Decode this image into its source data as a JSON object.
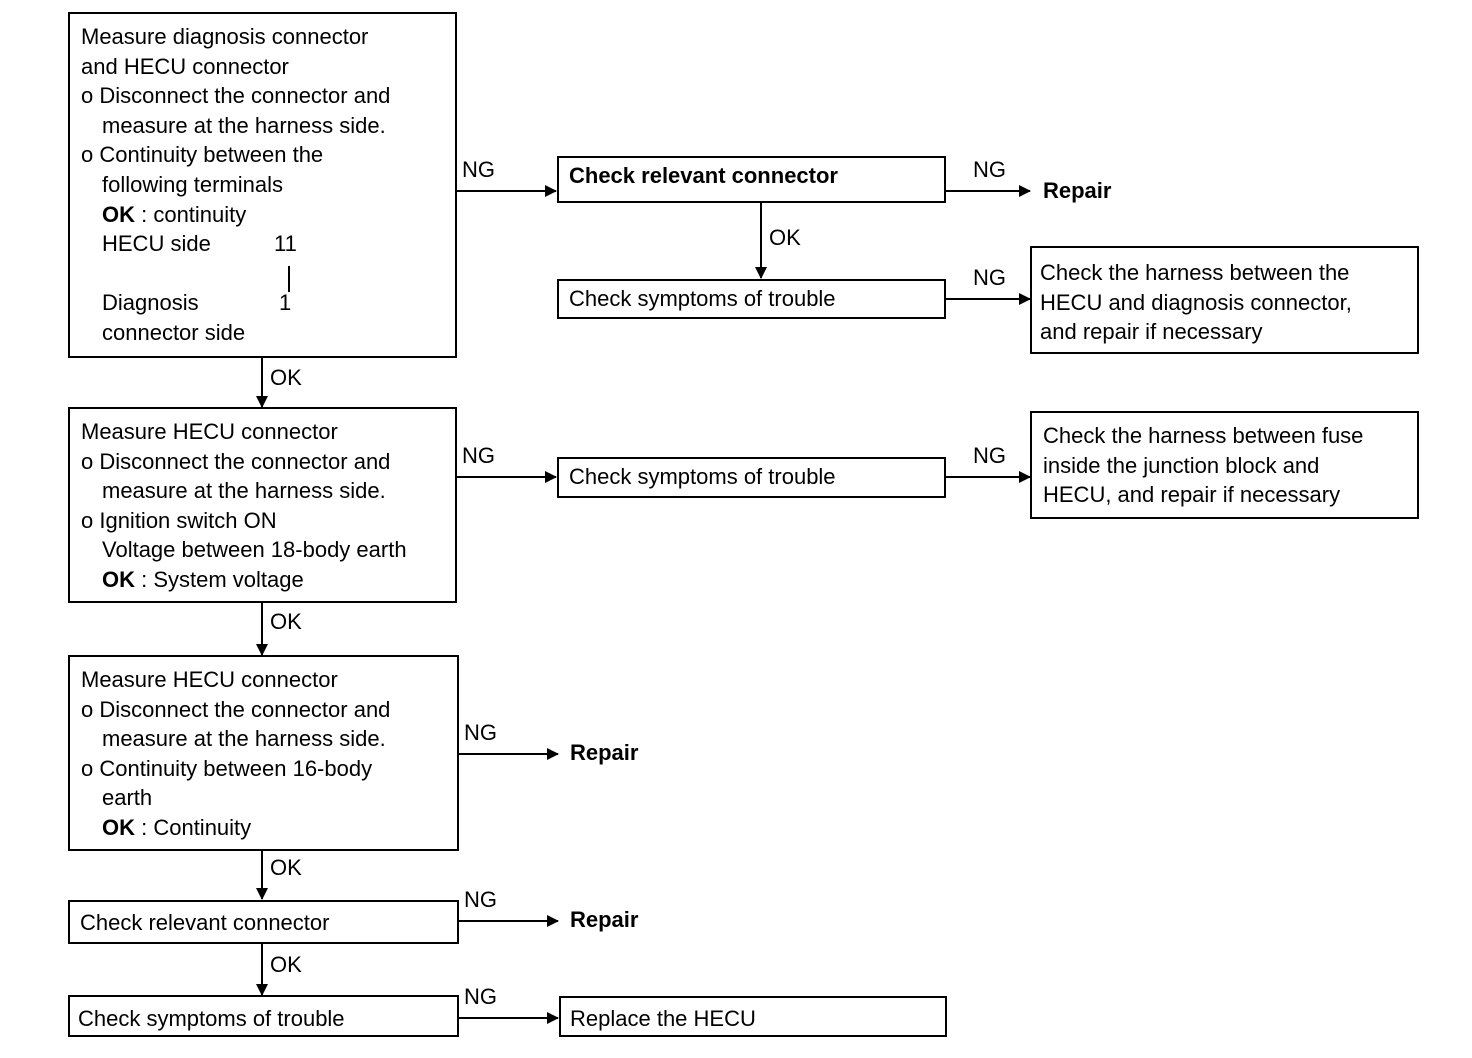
{
  "labels": {
    "ng": "NG",
    "ok": "OK",
    "repair": "Repair"
  },
  "box1": {
    "line1": "Measure diagnosis connector",
    "line2": "and HECU connector",
    "bullet1": "o Disconnect the connector and",
    "bullet1_cont": "measure at the harness side.",
    "bullet2": "o Continuity between the",
    "bullet2_cont": "following terminals",
    "ok_label": "OK",
    "ok_text": " : continuity",
    "hecu_side": "HECU side",
    "hecu_terminal": "11",
    "diag_side": "Diagnosis",
    "diag_terminal": "1",
    "diag_side_cont": "connector side"
  },
  "box2": {
    "line1": "Measure HECU connector",
    "bullet1": "o Disconnect the connector and",
    "bullet1_cont": "measure at the harness side.",
    "bullet2": "o Ignition switch ON",
    "voltage": "Voltage between 18-body earth",
    "ok_label": "OK",
    "ok_text": " : System voltage"
  },
  "box3": {
    "line1": "Measure HECU connector",
    "bullet1": "o Disconnect the connector and",
    "bullet1_cont": "measure at the harness side.",
    "bullet2": "o Continuity between 16-body",
    "bullet2_cont": "earth",
    "ok_label": "OK",
    "ok_text": " : Continuity"
  },
  "box4": {
    "text": "Check relevant connector"
  },
  "box5": {
    "text": "Check symptoms of trouble"
  },
  "box6": {
    "text": "Replace the HECU"
  },
  "boxA": {
    "text": "Check relevant connector"
  },
  "boxB": {
    "text": "Check symptoms of trouble"
  },
  "boxC": {
    "line1": "Check the harness between the",
    "line2": "HECU and diagnosis connector,",
    "line3": "and repair if necessary"
  },
  "boxD": {
    "text": "Check symptoms of trouble"
  },
  "boxE": {
    "line1": "Check the harness between fuse",
    "line2": "inside the junction block and",
    "line3": "HECU, and repair if necessary"
  }
}
